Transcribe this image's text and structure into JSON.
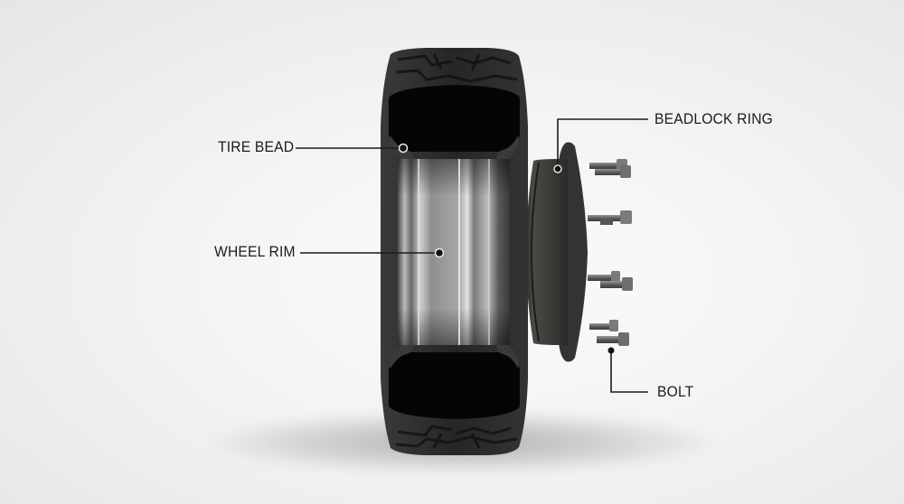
{
  "diagram": {
    "subject": "Beadlock wheel exploded cross-section",
    "background_color": "#f2f2f2",
    "callout_color": "#1b1b1b",
    "labels": [
      {
        "id": "tire_bead",
        "text": "TIRE BEAD"
      },
      {
        "id": "wheel_rim",
        "text": "WHEEL RIM"
      },
      {
        "id": "beadlock_ring",
        "text": "BEADLOCK RING"
      },
      {
        "id": "bolt",
        "text": "BOLT"
      }
    ],
    "components": {
      "tire": {
        "color": "#2a2a2a",
        "inner_cavity": "#050505"
      },
      "rim": {
        "color": "#8a8a8a",
        "highlight": "#c9c9c9"
      },
      "ring": {
        "color": "#3a3a38"
      },
      "bolts": {
        "count": 8,
        "color": "#6e6e6e"
      }
    }
  }
}
